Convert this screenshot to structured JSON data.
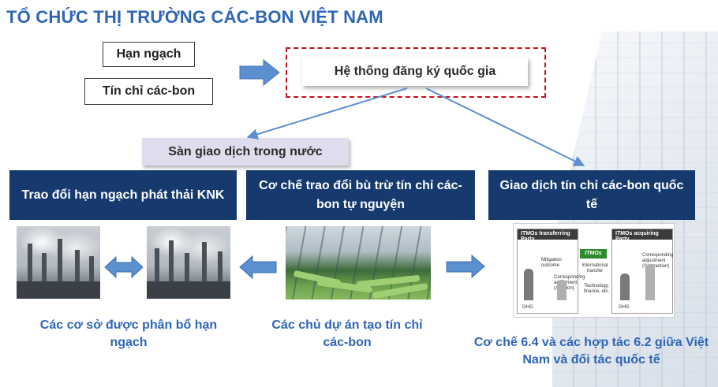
{
  "title": "TỔ CHỨC THỊ TRƯỜNG CÁC-BON VIỆT NAM",
  "inputs": {
    "quota": "Hạn ngạch",
    "credit": "Tín chỉ các-bon"
  },
  "registry": "Hệ thống đăng ký quốc gia",
  "domestic_exchange": "Sàn giao dịch trong nước",
  "mechanisms": {
    "emission_quota_trading": "Trao đổi hạn ngạch phát thải KNK",
    "voluntary_offset": "Cơ chế trao đổi bù trừ tín chỉ các-bon tự nguyện",
    "international_trading": "Giao dịch tín chỉ các-bon quốc tế"
  },
  "captions": {
    "allocated_facilities": "Các cơ sở được phân bổ hạn ngạch",
    "project_owners": "Các chủ dự án tạo tín chỉ các-bon",
    "article6": "Cơ chế 6.4 và các hợp tác 6.2 giữa Việt Nam và đối tác quốc tế"
  },
  "itmo_diagram": {
    "transferring_party": "ITMOs transferring Party",
    "acquiring_party": "ITMOs acquiring Party",
    "chip": "ITMOs",
    "mitigation_outcome": "Mitigation outcome",
    "corresponding_addition": "Corresponding adjustment (Addition)",
    "corresponding_subtraction": "Corresponding adjustment (Subtraction)",
    "international_transfer": "International transfer",
    "tech_finance": "Technology, finance, etc.",
    "ghg": "GHG"
  },
  "colors": {
    "title_blue": "#2e66b5",
    "navy": "#163a6e",
    "arrow_blue": "#5b8fd0",
    "dashed_red": "#c8141f",
    "domestic_lavender": "#dfdcee"
  }
}
